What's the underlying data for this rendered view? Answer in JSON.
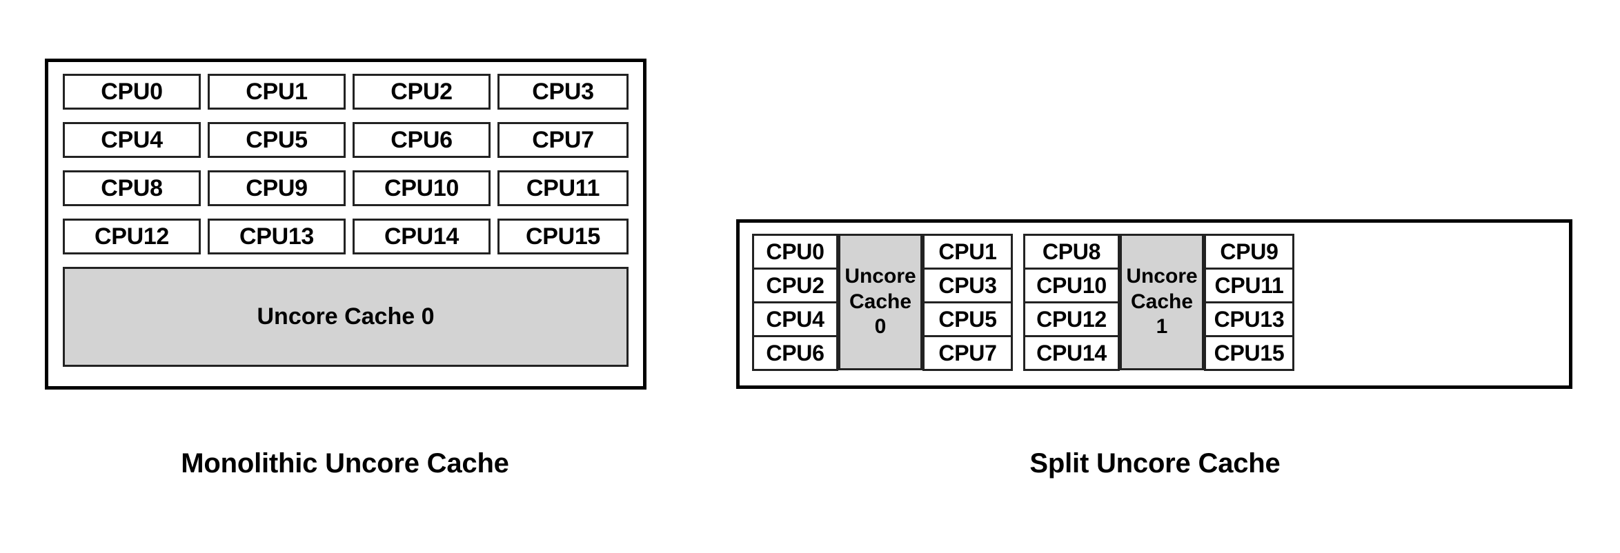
{
  "figure": {
    "background_color": "#ffffff",
    "line_color": "#000000",
    "cache_fill_color": "#d3d3d3",
    "cpu_fill_color": "#ffffff"
  },
  "diagrams": [
    {
      "id": "monolithic",
      "caption": "Monolithic Uncore Cache",
      "cpu_grid": {
        "rows": 4,
        "cols": 4,
        "labels": [
          [
            "CPU0",
            "CPU1",
            "CPU2",
            "CPU3"
          ],
          [
            "CPU4",
            "CPU5",
            "CPU6",
            "CPU7"
          ],
          [
            "CPU8",
            "CPU9",
            "CPU10",
            "CPU11"
          ],
          [
            "CPU12",
            "CPU13",
            "CPU14",
            "CPU15"
          ]
        ]
      },
      "caches": [
        {
          "label": "Uncore Cache 0",
          "lines": [
            "Uncore Cache 0"
          ]
        }
      ]
    },
    {
      "id": "split",
      "caption": "Split Uncore Cache",
      "groups": [
        {
          "left_column": [
            "CPU0",
            "CPU2",
            "CPU4",
            "CPU6"
          ],
          "cache": {
            "label": "Uncore Cache 0",
            "lines": [
              "Uncore",
              "Cache",
              "0"
            ]
          },
          "right_column": [
            "CPU1",
            "CPU3",
            "CPU5",
            "CPU7"
          ]
        },
        {
          "left_column": [
            "CPU8",
            "CPU10",
            "CPU12",
            "CPU14"
          ],
          "cache": {
            "label": "Uncore Cache 1",
            "lines": [
              "Uncore",
              "Cache",
              "1"
            ]
          },
          "right_column": [
            "CPU9",
            "CPU11",
            "CPU13",
            "CPU15"
          ]
        }
      ]
    }
  ]
}
